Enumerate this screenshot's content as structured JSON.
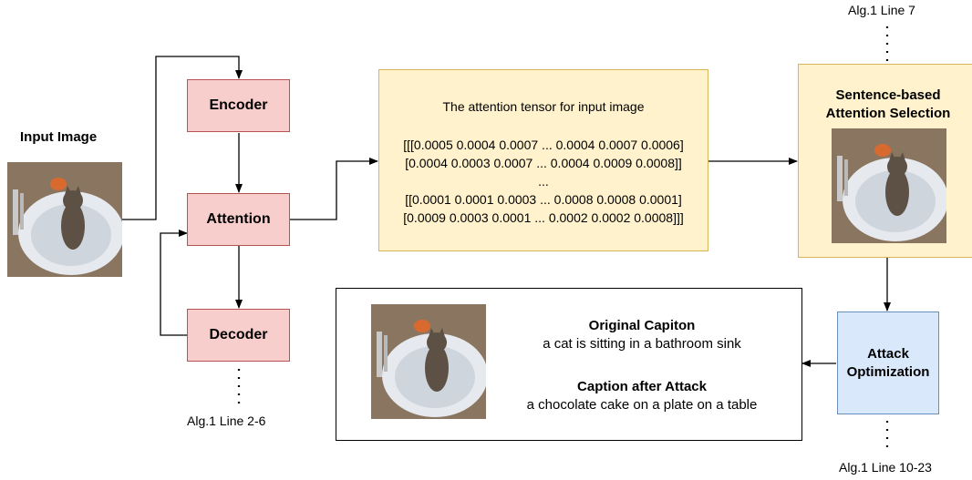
{
  "input_image_label": "Input Image",
  "encoder_label": "Encoder",
  "attention_label": "Attention",
  "decoder_label": "Decoder",
  "alg_line_2_6": "Alg.1 Line 2-6",
  "alg_line_7": "Alg.1 Line 7",
  "alg_line_10_23": "Alg.1 Line 10-23",
  "tensor_title": "The attention tensor for input image",
  "tensor_lines": [
    "[[[0.0005 0.0004 0.0007 ... 0.0004 0.0007 0.0006]",
    "[0.0004 0.0003 0.0007 ... 0.0004 0.0009 0.0008]]",
    "...",
    "[[0.0001 0.0001 0.0003 ... 0.0008 0.0008 0.0001]",
    "[0.0009 0.0003 0.0001 ... 0.0002 0.0002 0.0008]]]"
  ],
  "selection_label_line1": "Sentence-based",
  "selection_label_line2": "Attention Selection",
  "attack_label_line1": "Attack",
  "attack_label_line2": "Optimization",
  "original_caption_title": "Original Capiton",
  "original_caption_text": "a cat is sitting in a bathroom sink",
  "attacked_caption_title": "Caption after Attack",
  "attacked_caption_text": "a chocolate cake on a plate on a table",
  "colors": {
    "pink_fill": "#f8cecc",
    "pink_stroke": "#b85450",
    "yellow_fill": "#fff2cc",
    "yellow_stroke": "#d6b656",
    "blue_fill": "#dae8fc",
    "blue_stroke": "#6c8ebf"
  }
}
